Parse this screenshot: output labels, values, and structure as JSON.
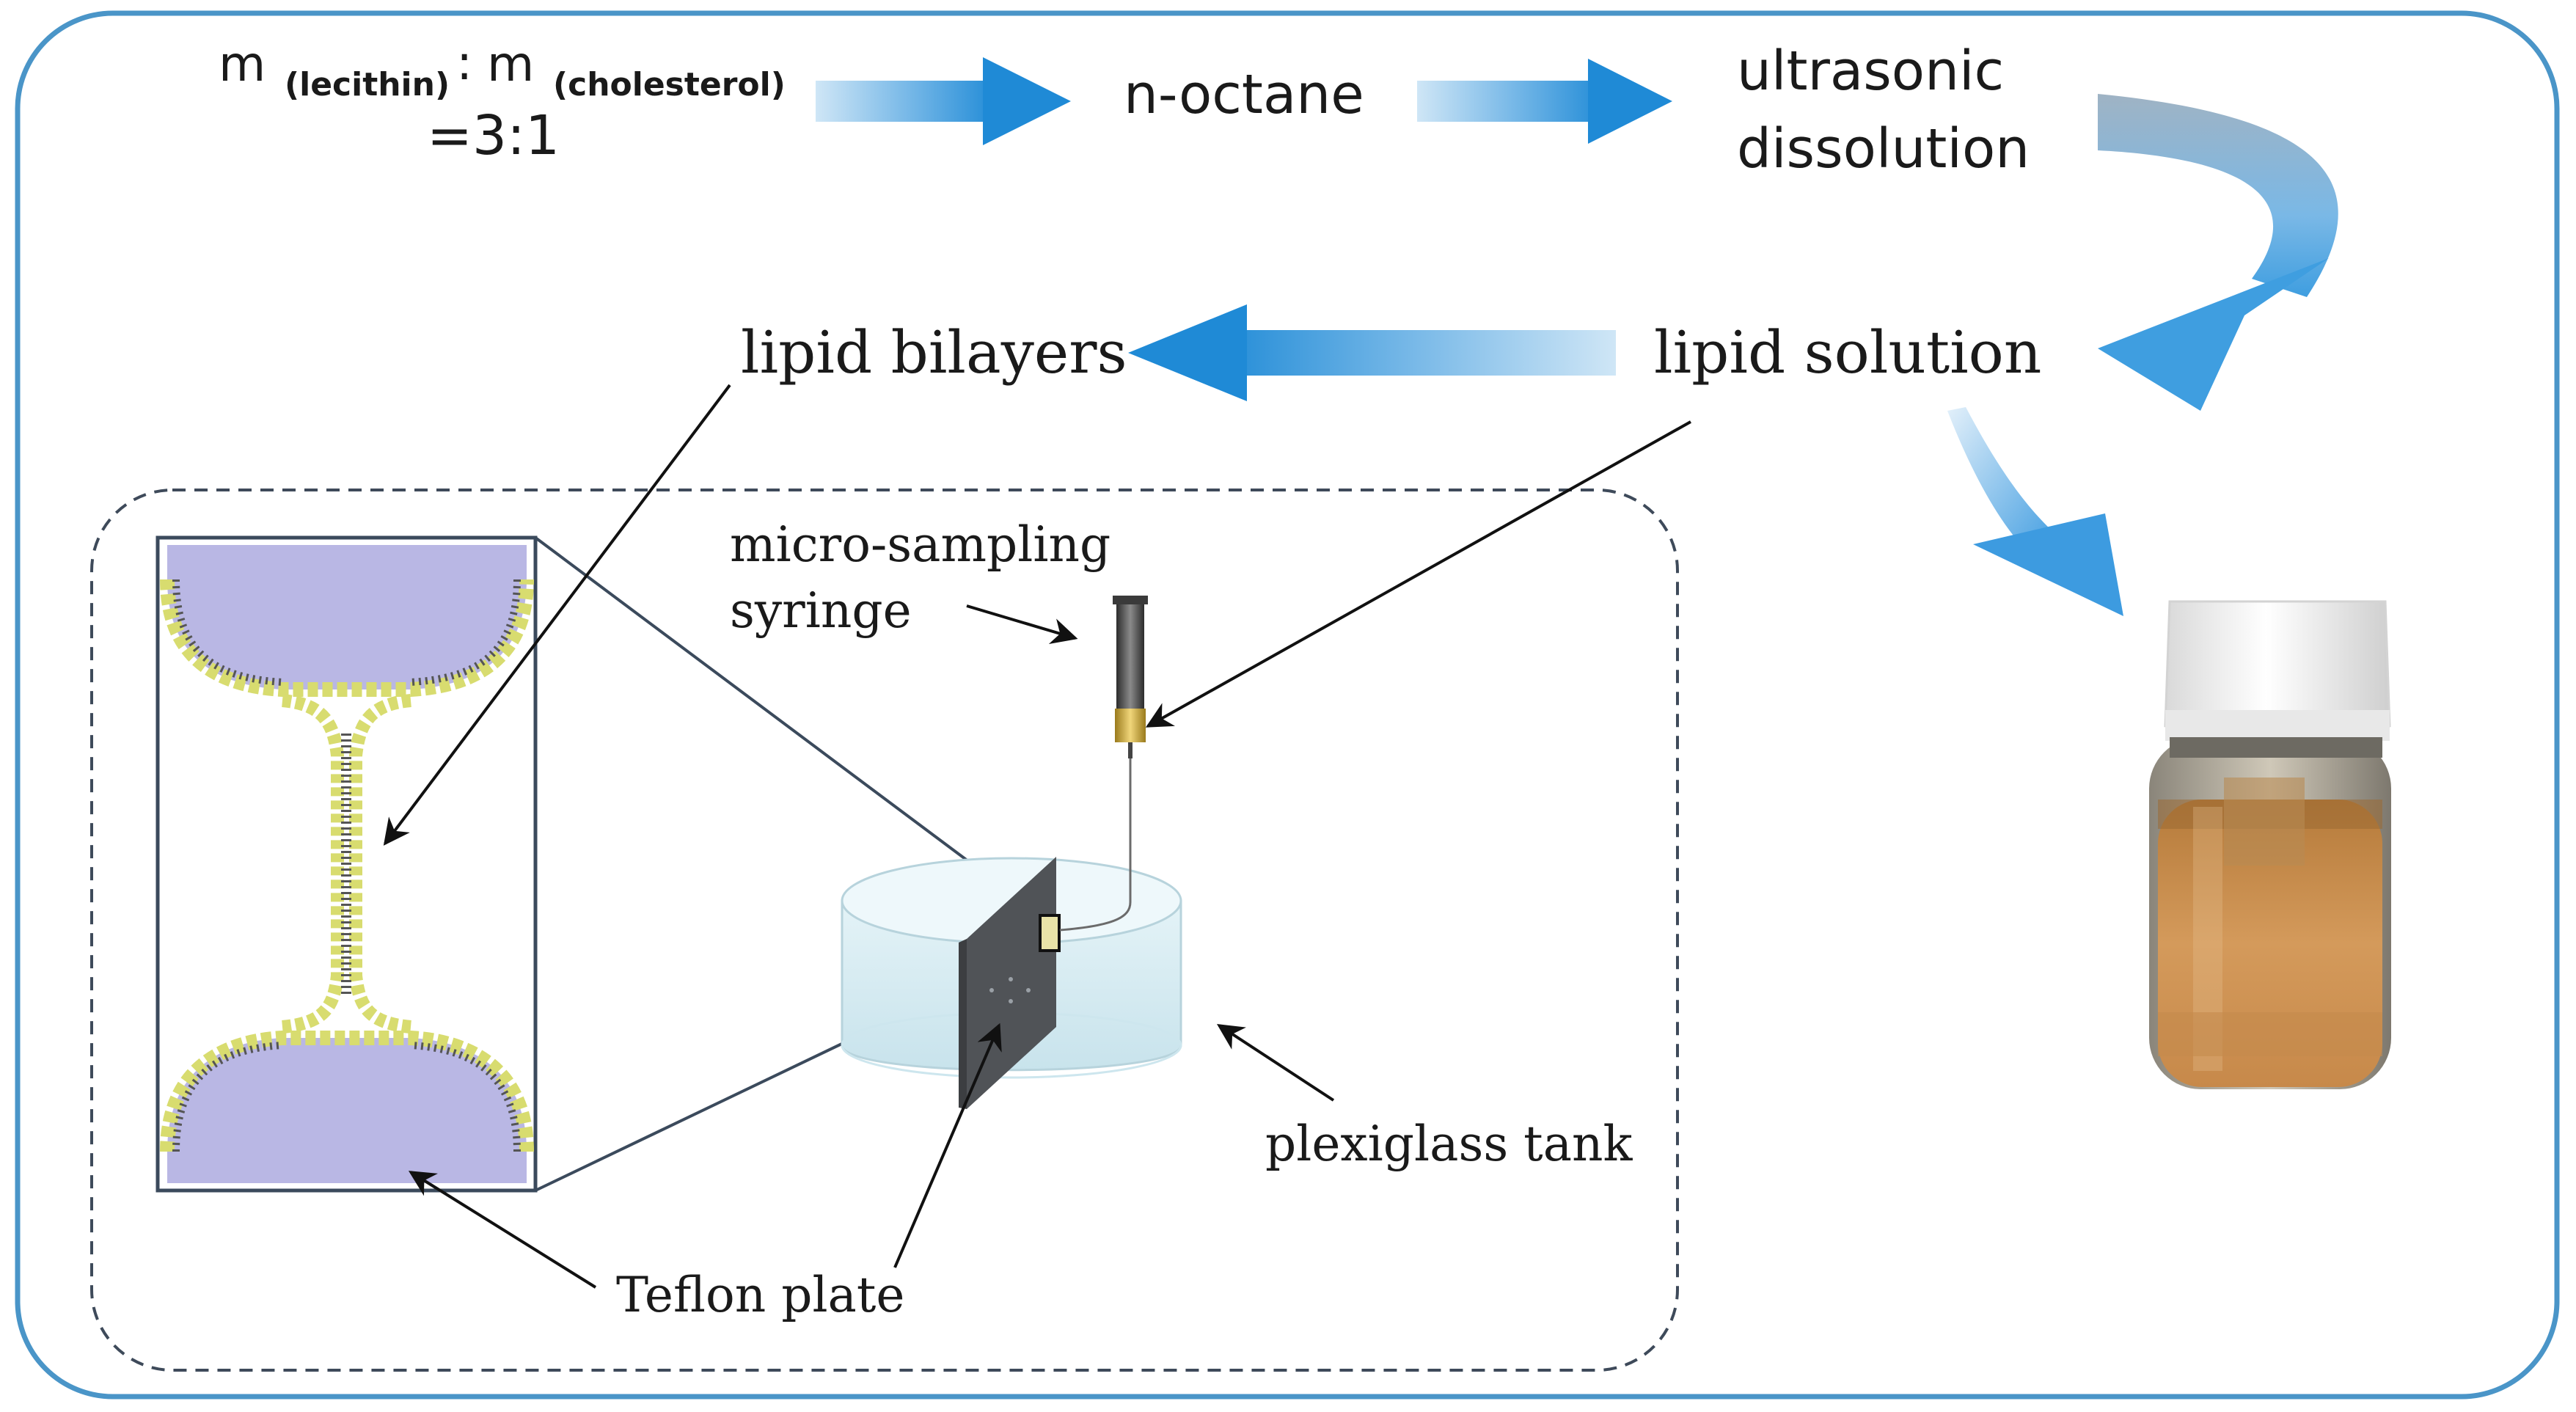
{
  "formula": {
    "m1": "m",
    "sub1": "(lecithin)",
    "colon": ":",
    "m2": "m",
    "sub2": "(cholesterol)",
    "ratio": "=3:1"
  },
  "steps": {
    "solvent": "n-octane",
    "process_line1": "ultrasonic",
    "process_line2": "dissolution",
    "solution": "lipid solution",
    "bilayer": "lipid bilayers"
  },
  "labels": {
    "syringe_line1": "micro-sampling",
    "syringe_line2": "syringe",
    "tank": "plexiglass tank",
    "plate": "Teflon plate"
  },
  "colors": {
    "frame": "#4a95c8",
    "flow_arrow": "#2b8fd4",
    "aqueous": "#b9b7e4",
    "lipid_head": "#d8dc6f",
    "tank_water": "#d9eef4",
    "plate": "#505357",
    "vial_liquid": "#c88a4a"
  }
}
